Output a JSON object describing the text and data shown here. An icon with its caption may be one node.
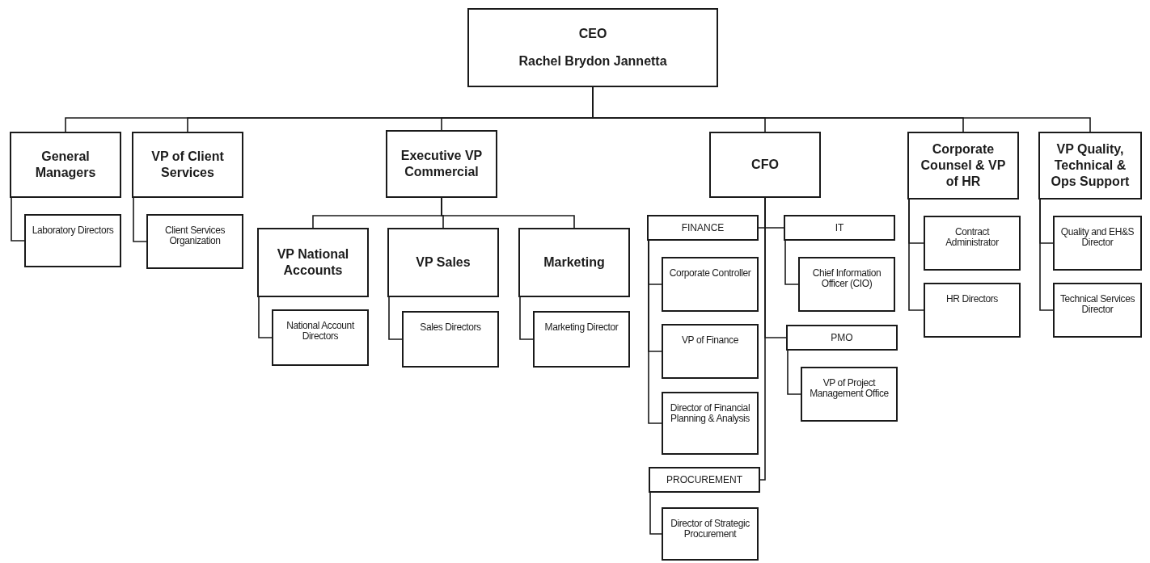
{
  "diagram": {
    "nodes": [
      {
        "text": [
          "CEO",
          "Rachel Brydon Jannetta"
        ]
      },
      {
        "text": [
          "General Managers"
        ]
      },
      {
        "text": [
          "Laboratory Directors"
        ]
      },
      {
        "text": [
          "VP of Client Services"
        ]
      },
      {
        "text": [
          "Client Services Organization"
        ]
      },
      {
        "text": [
          "Executive VP Commercial"
        ]
      },
      {
        "text": [
          "VP National Accounts"
        ]
      },
      {
        "text": [
          "National Account Directors"
        ]
      },
      {
        "text": [
          "VP Sales"
        ]
      },
      {
        "text": [
          "Sales Directors"
        ]
      },
      {
        "text": [
          "Marketing"
        ]
      },
      {
        "text": [
          "Marketing Director"
        ]
      },
      {
        "text": [
          "CFO"
        ]
      },
      {
        "text": [
          "FINANCE"
        ]
      },
      {
        "text": [
          "Corporate Controller"
        ]
      },
      {
        "text": [
          "VP of Finance"
        ]
      },
      {
        "text": [
          "Director of Financial Planning & Analysis"
        ]
      },
      {
        "text": [
          "IT"
        ]
      },
      {
        "text": [
          "Chief Information Officer (CIO)"
        ]
      },
      {
        "text": [
          "PMO"
        ]
      },
      {
        "text": [
          "VP of Project Management Office"
        ]
      },
      {
        "text": [
          "PROCUREMENT"
        ]
      },
      {
        "text": [
          "Director of Strategic Procurement"
        ]
      },
      {
        "text": [
          "Corporate Counsel & VP of HR"
        ]
      },
      {
        "text": [
          "Contract Administrator"
        ]
      },
      {
        "text": [
          "HR Directors"
        ]
      },
      {
        "text": [
          "VP Quality, Technical & Ops Support"
        ]
      },
      {
        "text": [
          "Quality and EH&S Director"
        ]
      },
      {
        "text": [
          "Technical Services Director"
        ]
      }
    ],
    "edges": [
      {
        "from": 0,
        "to": 1,
        "arrow": "none"
      },
      {
        "from": 0,
        "to": 3,
        "arrow": "none"
      },
      {
        "from": 0,
        "to": 5,
        "arrow": "none"
      },
      {
        "from": 0,
        "to": 12,
        "arrow": "none"
      },
      {
        "from": 0,
        "to": 23,
        "arrow": "none"
      },
      {
        "from": 0,
        "to": 26,
        "arrow": "none"
      },
      {
        "from": 1,
        "to": 2,
        "arrow": "none"
      },
      {
        "from": 3,
        "to": 4,
        "arrow": "none"
      },
      {
        "from": 5,
        "to": 6,
        "arrow": "none"
      },
      {
        "from": 5,
        "to": 8,
        "arrow": "none"
      },
      {
        "from": 5,
        "to": 10,
        "arrow": "none"
      },
      {
        "from": 6,
        "to": 7,
        "arrow": "none"
      },
      {
        "from": 8,
        "to": 9,
        "arrow": "none"
      },
      {
        "from": 10,
        "to": 11,
        "arrow": "none"
      },
      {
        "from": 12,
        "to": 13,
        "arrow": "none"
      },
      {
        "from": 12,
        "to": 17,
        "arrow": "none"
      },
      {
        "from": 12,
        "to": 19,
        "arrow": "none"
      },
      {
        "from": 12,
        "to": 21,
        "arrow": "none"
      },
      {
        "from": 13,
        "to": 14,
        "arrow": "none"
      },
      {
        "from": 13,
        "to": 15,
        "arrow": "none"
      },
      {
        "from": 13,
        "to": 16,
        "arrow": "none"
      },
      {
        "from": 17,
        "to": 18,
        "arrow": "none"
      },
      {
        "from": 19,
        "to": 20,
        "arrow": "none"
      },
      {
        "from": 21,
        "to": 22,
        "arrow": "none"
      },
      {
        "from": 23,
        "to": 24,
        "arrow": "none"
      },
      {
        "from": 23,
        "to": 25,
        "arrow": "none"
      },
      {
        "from": 26,
        "to": 27,
        "arrow": "none"
      },
      {
        "from": 26,
        "to": 28,
        "arrow": "none"
      }
    ]
  }
}
